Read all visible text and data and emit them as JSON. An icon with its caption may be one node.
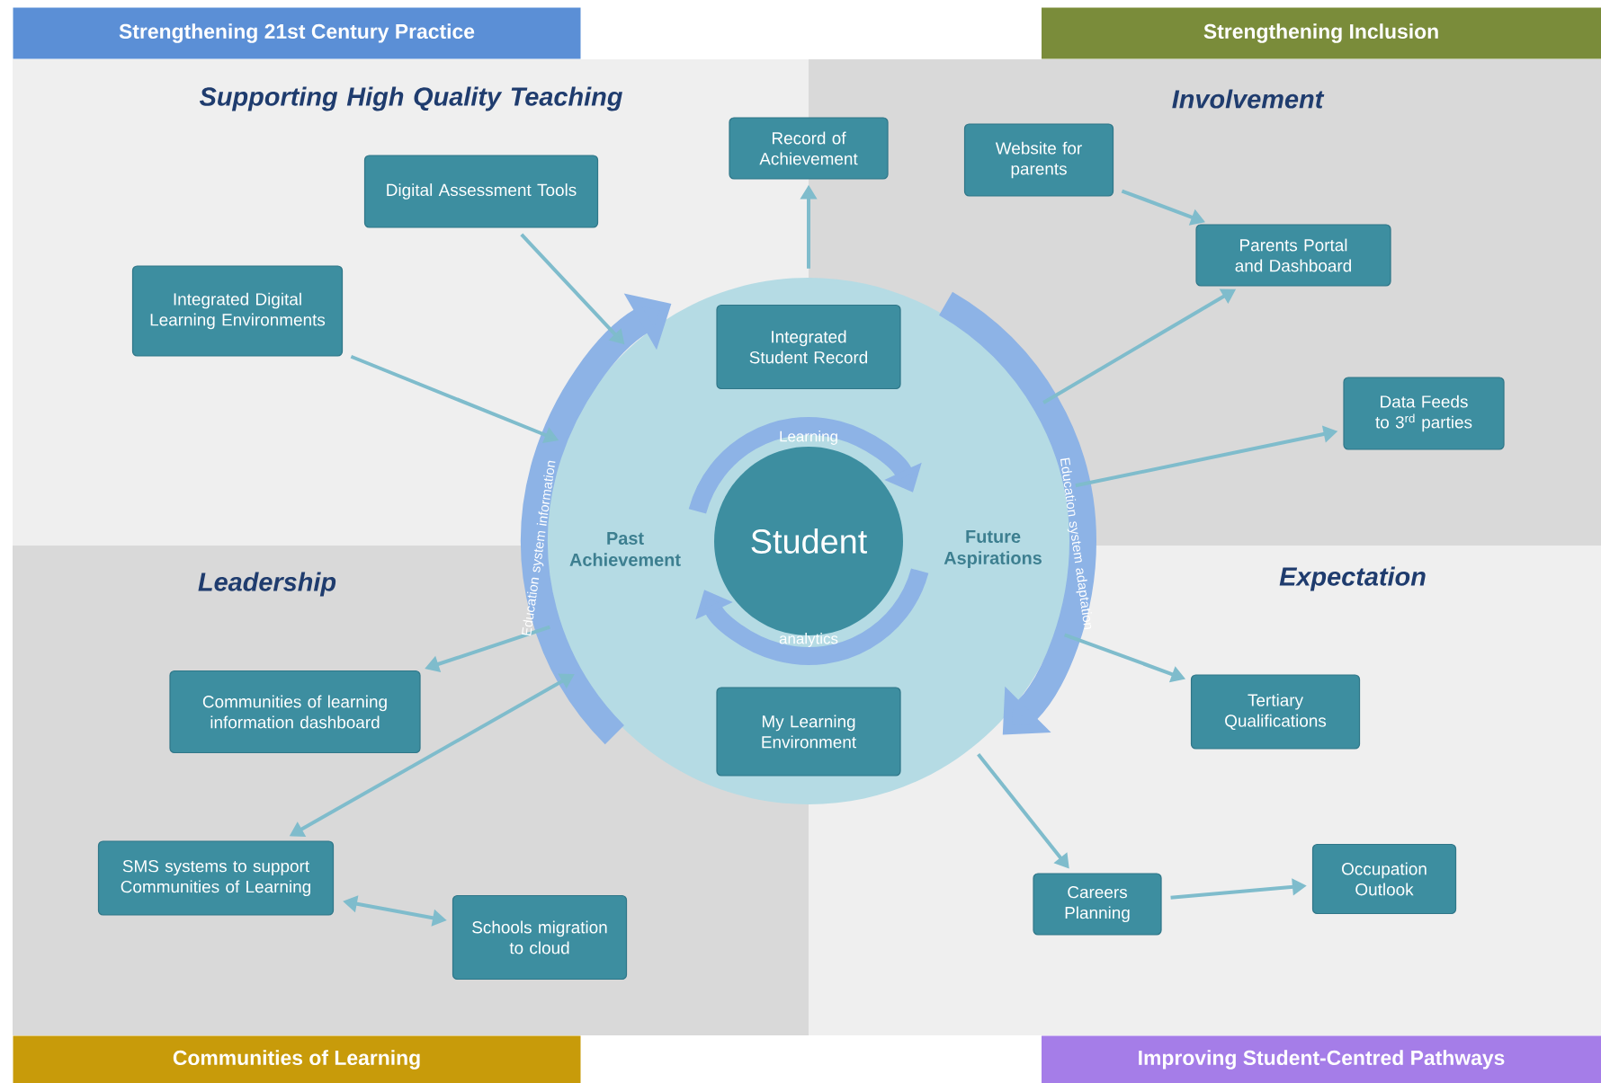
{
  "diagram": {
    "nodes": [
      {
        "text": [
          "Strengthening 21st Century Practice"
        ]
      },
      {
        "text": [
          "Strengthening Inclusion"
        ]
      },
      {
        "text": [
          "Record of Achievement"
        ]
      },
      {
        "text": [
          "Digital Assessment Tools"
        ]
      },
      {
        "text": [
          "Website for parents"
        ]
      },
      {
        "text": [
          "Parents Portal and Dashboard"
        ]
      },
      {
        "text": [
          "Integrated Digital Learning Environments"
        ]
      },
      {
        "text": [],
        "shape": "circle"
      },
      {
        "text": [
          "Integrated Student Record"
        ],
        "in": 7
      },
      {
        "text": [
          "Data Feeds to 3$^{rd}$ parties"
        ]
      },
      {
        "text": [
          "Student"
        ],
        "in": 7
      },
      {
        "text": [
          "Communities of learning information dashboard"
        ]
      },
      {
        "text": [
          "My Learning Environment"
        ],
        "in": 7
      },
      {
        "text": [
          "Tertiary Qualifications"
        ]
      },
      {
        "text": [
          "SMS systems to support Communities of Learning"
        ]
      },
      {
        "text": [
          "Schools migration to cloud"
        ]
      },
      {
        "text": [
          "Careers Planning"
        ]
      },
      {
        "text": [
          "Occupation Outlook"
        ]
      },
      {
        "text": [
          "Communities of Learning"
        ]
      },
      {
        "text": [
          "Improving Student-Centred Pathways"
        ]
      }
    ],
    "edges": [
      {
        "from": 7,
        "to": 2,
        "arrow": "to"
      },
      {
        "from": 3,
        "to": 7,
        "arrow": "to"
      },
      {
        "from": 6,
        "to": 7,
        "arrow": "to"
      },
      {
        "from": 4,
        "to": 5,
        "arrow": "to"
      },
      {
        "from": 7,
        "to": 5,
        "arrow": "to"
      },
      {
        "from": 7,
        "to": 9,
        "arrow": "to"
      },
      {
        "from": 7,
        "to": 11,
        "arrow": "to"
      },
      {
        "from": 14,
        "to": 7,
        "arrow": "both"
      },
      {
        "from": 14,
        "to": 15,
        "arrow": "both"
      },
      {
        "from": 7,
        "to": 13,
        "arrow": "to"
      },
      {
        "from": 7,
        "to": 16,
        "arrow": "to"
      },
      {
        "from": 16,
        "to": 17,
        "arrow": "to"
      }
    ],
    "labels": [
      "Supporting High Quality Teaching",
      "Involvement",
      "Education system information",
      "Learning",
      "Past Achievement",
      "Future Aspirations",
      "Education system adaptation",
      "analytics",
      "Leadership",
      "Expectation"
    ]
  }
}
